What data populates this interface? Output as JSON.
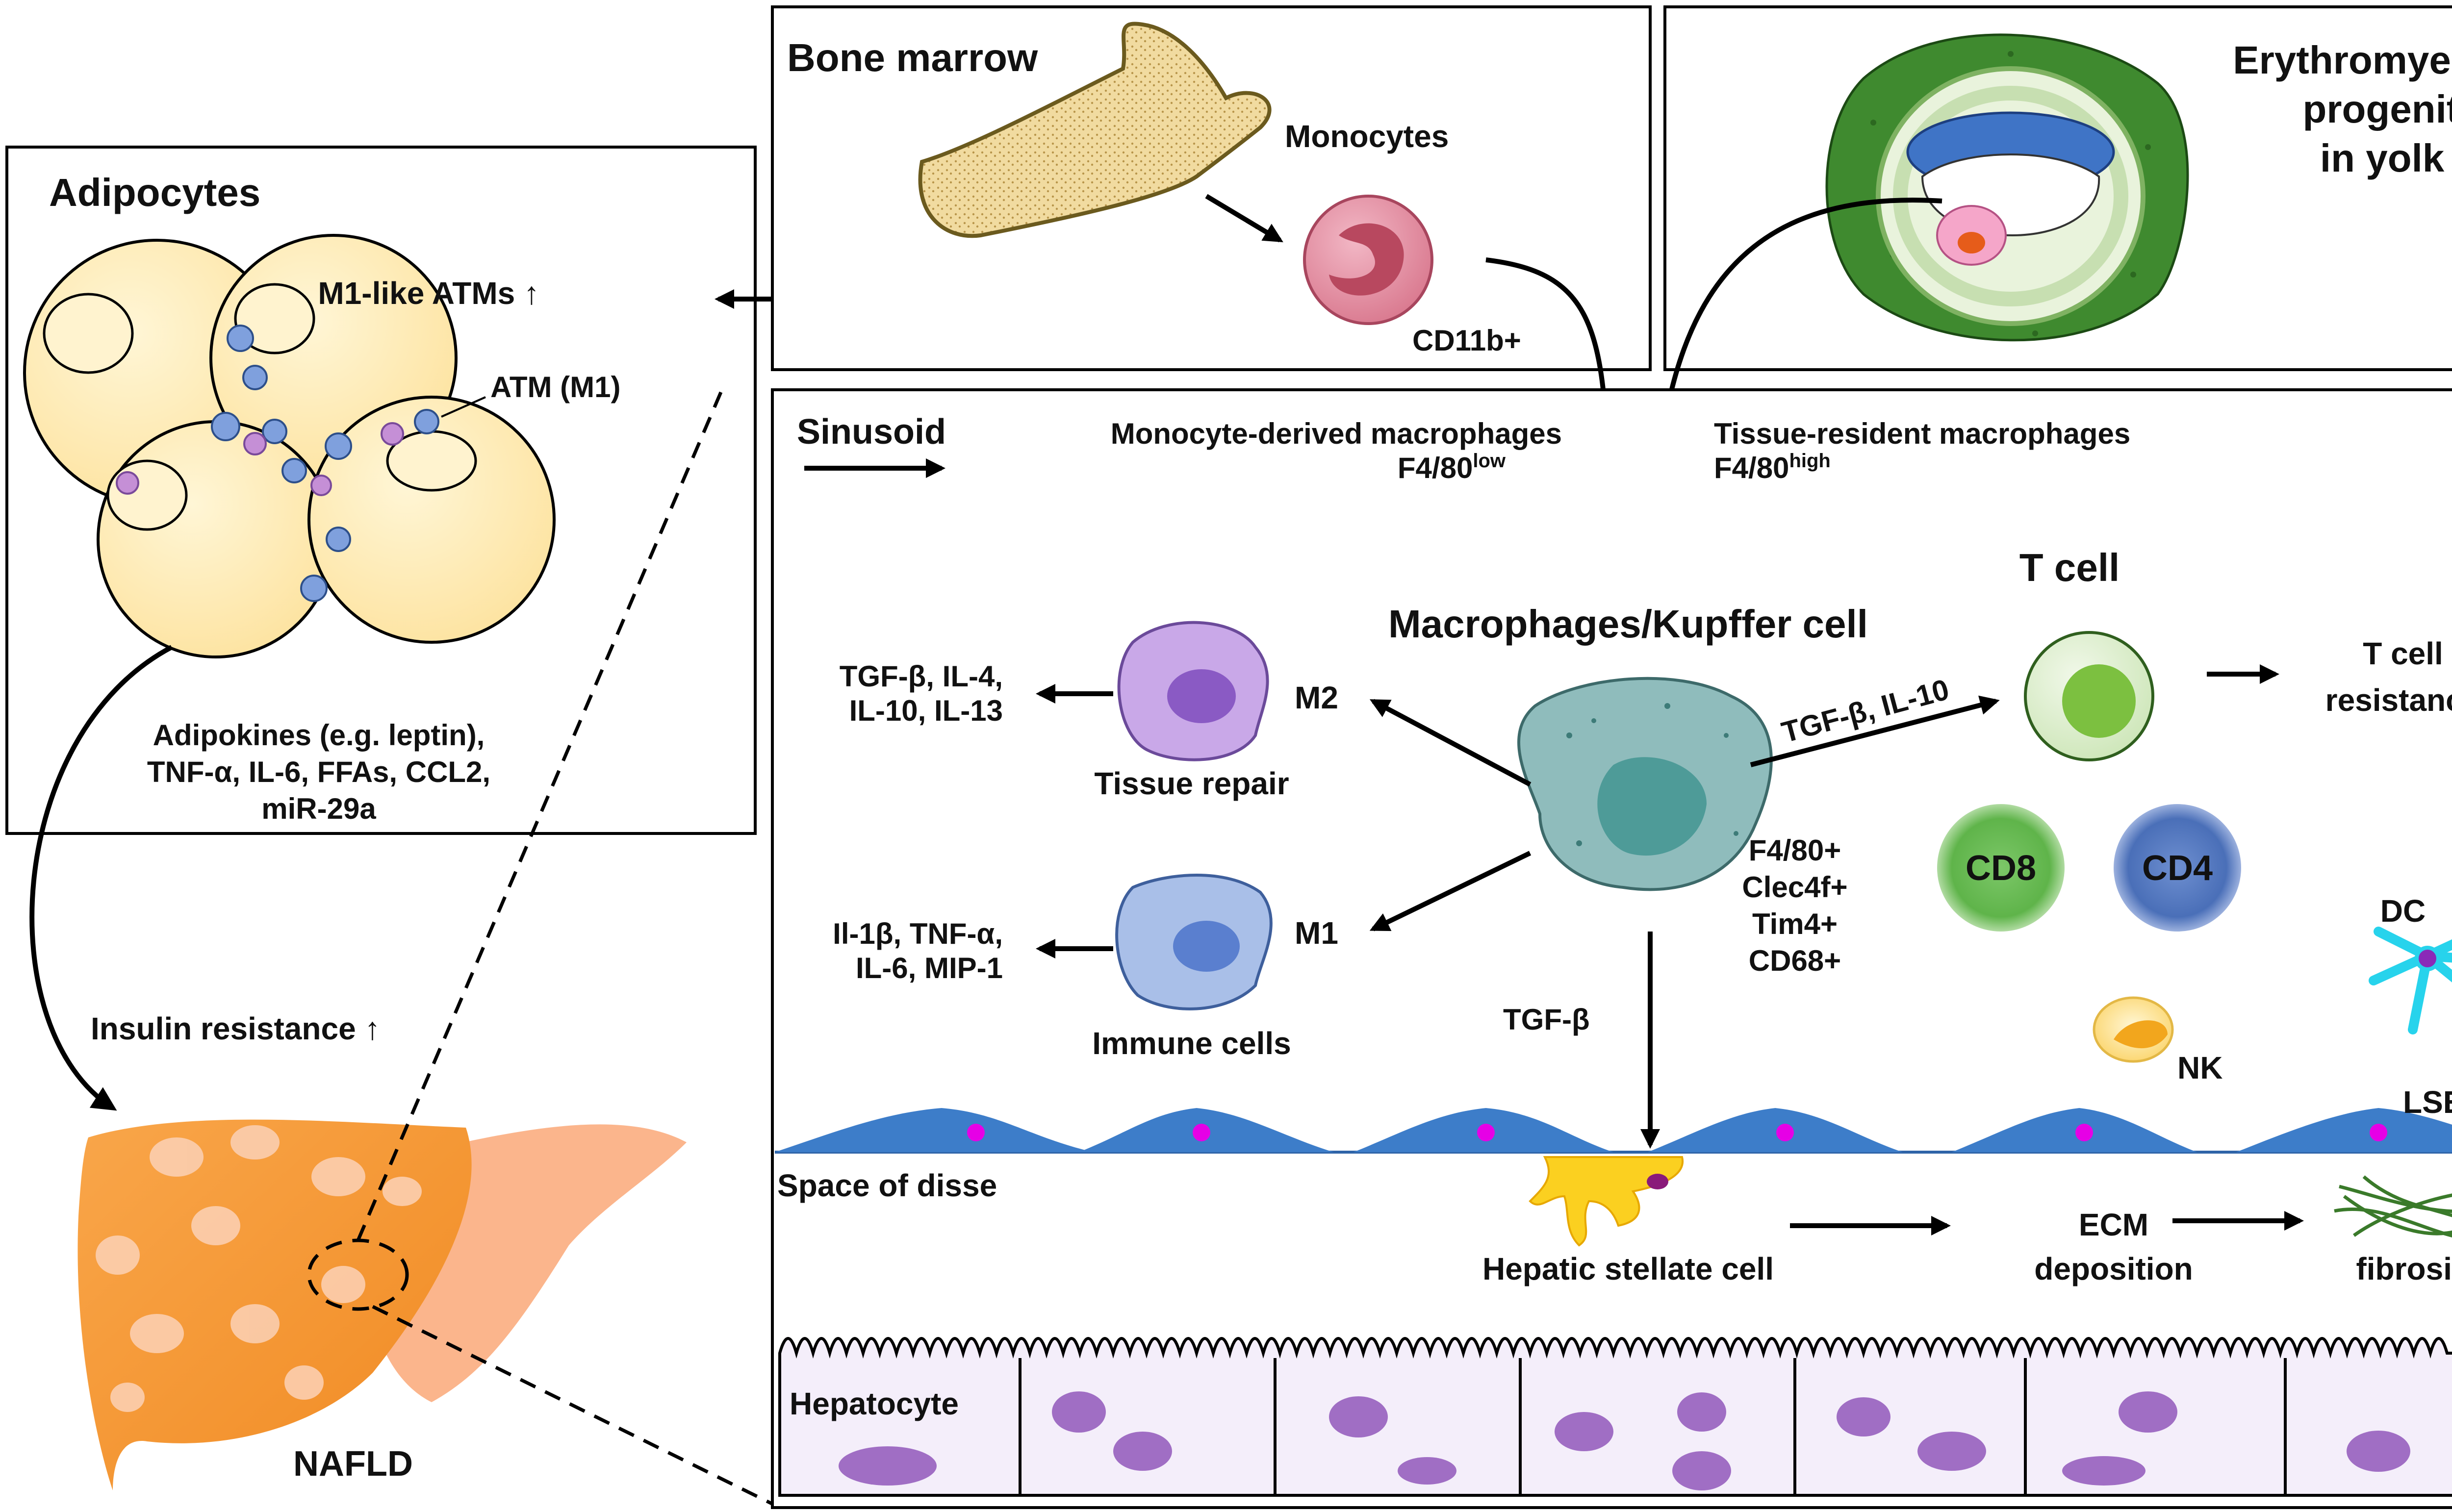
{
  "colors": {
    "adipocyte": "#fde8a6",
    "liver_orange": "#f7962f",
    "liver_light": "#fbb890",
    "lsec_blue": "#3d7dc9",
    "lsec_nucleus": "#e600e6",
    "stellate": "#fbd020",
    "hepatocyte_bg": "#f4eefa",
    "hepatocyte_nucleus": "#a06ec4",
    "macrophage": "#8fbcbc",
    "m2_purple": "#c9a8e8",
    "m1_blue": "#a9bfe8",
    "tcell_green": "#d9ecc9",
    "cd8_green": "#5fb44a",
    "cd4_blue": "#4a6fb8",
    "dc_cyan": "#27d3ec",
    "yolk_green": "#3f8a2f"
  },
  "adipocytes_panel": {
    "title": "Adipocytes",
    "atm_label": "ATM (M1)",
    "secreted": [
      "Adipokines (e.g. leptin),",
      "TNF-α, IL-6, FFAs, CCL2,",
      "miR-29a"
    ]
  },
  "m1_atms": "M1-like ATMs ↑",
  "insulin_resistance": "Insulin resistance ↑",
  "nafld": "NAFLD",
  "bone_marrow_panel": {
    "title": "Bone marrow",
    "monocytes": "Monocytes",
    "cd11b": "CD11b+"
  },
  "yolk_panel": {
    "title_lines": [
      "Erythromyeloid",
      "progenitors",
      "in yolk sac"
    ]
  },
  "liver_panel": {
    "sinusoid": "Sinusoid",
    "monocyte_derived": "Monocyte-derived macrophages",
    "f480_low_base": "F4/80",
    "f480_low_sup": "low",
    "tissue_resident": "Tissue-resident macrophages",
    "f480_high_base": "F4/80",
    "f480_high_sup": "high",
    "macrophage_title": "Macrophages/Kupffer cell",
    "m2": "M2",
    "m2_cytokines": [
      "TGF-β, IL-4,",
      "IL-10, IL-13"
    ],
    "tissue_repair": "Tissue repair",
    "m1": "M1",
    "m1_cytokines": [
      "Il-1β, TNF-α,",
      "IL-6, MIP-1"
    ],
    "immune_cells": "Immune cells",
    "markers": [
      "F4/80+",
      "Clec4f+",
      "Tim4+",
      "CD68+"
    ],
    "tgfb_il10": "TGF-β, IL-10",
    "t_cell_title": "T cell",
    "t_cell_resistance": [
      "T cell",
      "resistance"
    ],
    "cd8": "CD8",
    "cd4": "CD4",
    "dc": "DC",
    "nk": "NK",
    "lsec": "LSEC",
    "tgfb": "TGF-β",
    "space_of_disse": "Space of disse",
    "hepatic_stellate": "Hepatic stellate cell",
    "ecm": [
      "ECM",
      "deposition"
    ],
    "fibrosis": "fibrosis",
    "hepatocyte": "Hepatocyte"
  }
}
